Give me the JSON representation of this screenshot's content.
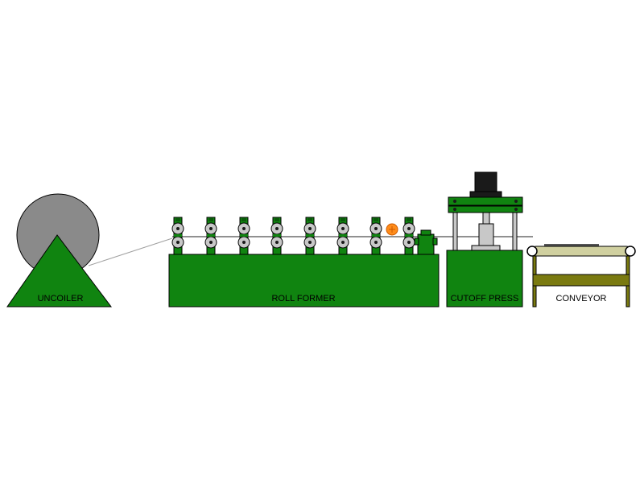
{
  "diagram": {
    "labels": {
      "uncoiler": "UNCOILER",
      "roll_former": "ROLL FORMER",
      "cutoff_press": "CUTOFF PRESS",
      "conveyor": "CONVEYOR"
    },
    "roll_stand_count": 8,
    "colors": {
      "machine_green": "#108410",
      "coil_gray": "#8a8a8a",
      "motor_black": "#1a1a1a",
      "encoder_orange": "#ff8c1a",
      "conveyor_olive": "#7a7a10",
      "die_gray": "#c8c8c8",
      "strip_gray": "#a0a0a0"
    }
  }
}
